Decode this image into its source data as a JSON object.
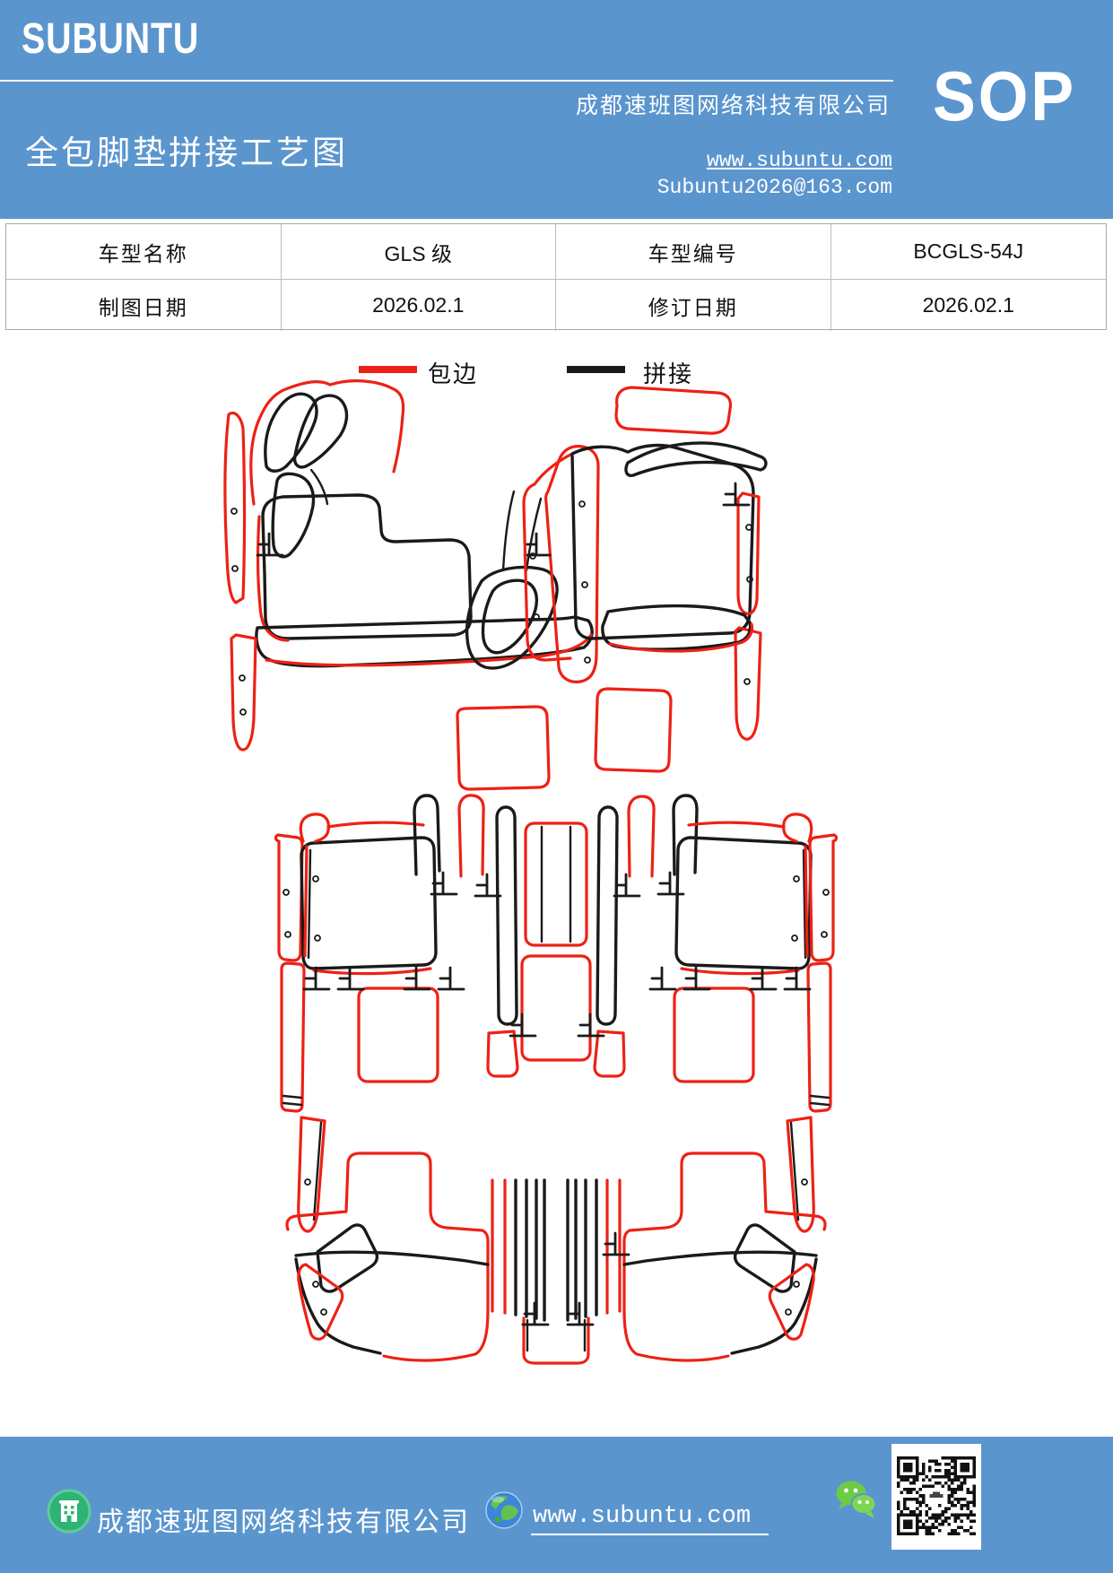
{
  "header": {
    "bg_color": "#5b95ce",
    "logo_text": "SUBUNTU",
    "doc_title": "全包脚垫拼接工艺图",
    "company_name": "成都速班图网络科技有限公司",
    "sop_badge": "SOP",
    "website": "www.subuntu.com",
    "email": "Subuntu2026@163.com"
  },
  "info_table": {
    "rows": [
      {
        "c1": "车型名称",
        "c2": "GLS 级",
        "c3": "车型编号",
        "c4": "BCGLS-54J"
      },
      {
        "c1": "制图日期",
        "c2": "2026.02.1",
        "c3": "修订日期",
        "c4": "2026.02.1"
      }
    ]
  },
  "legend": {
    "items": [
      {
        "label": "包边",
        "color": "#ed2115"
      },
      {
        "label": "拼接",
        "color": "#1a1a1a"
      }
    ]
  },
  "diagram": {
    "red_line_meaning": "包边",
    "black_line_meaning": "拼接",
    "red_color": "#ed2115",
    "black_color": "#1a1a1a"
  },
  "footer": {
    "bg_color": "#5b95ce",
    "company_name": "成都速班图网络科技有限公司",
    "website": "www.subuntu.com"
  }
}
